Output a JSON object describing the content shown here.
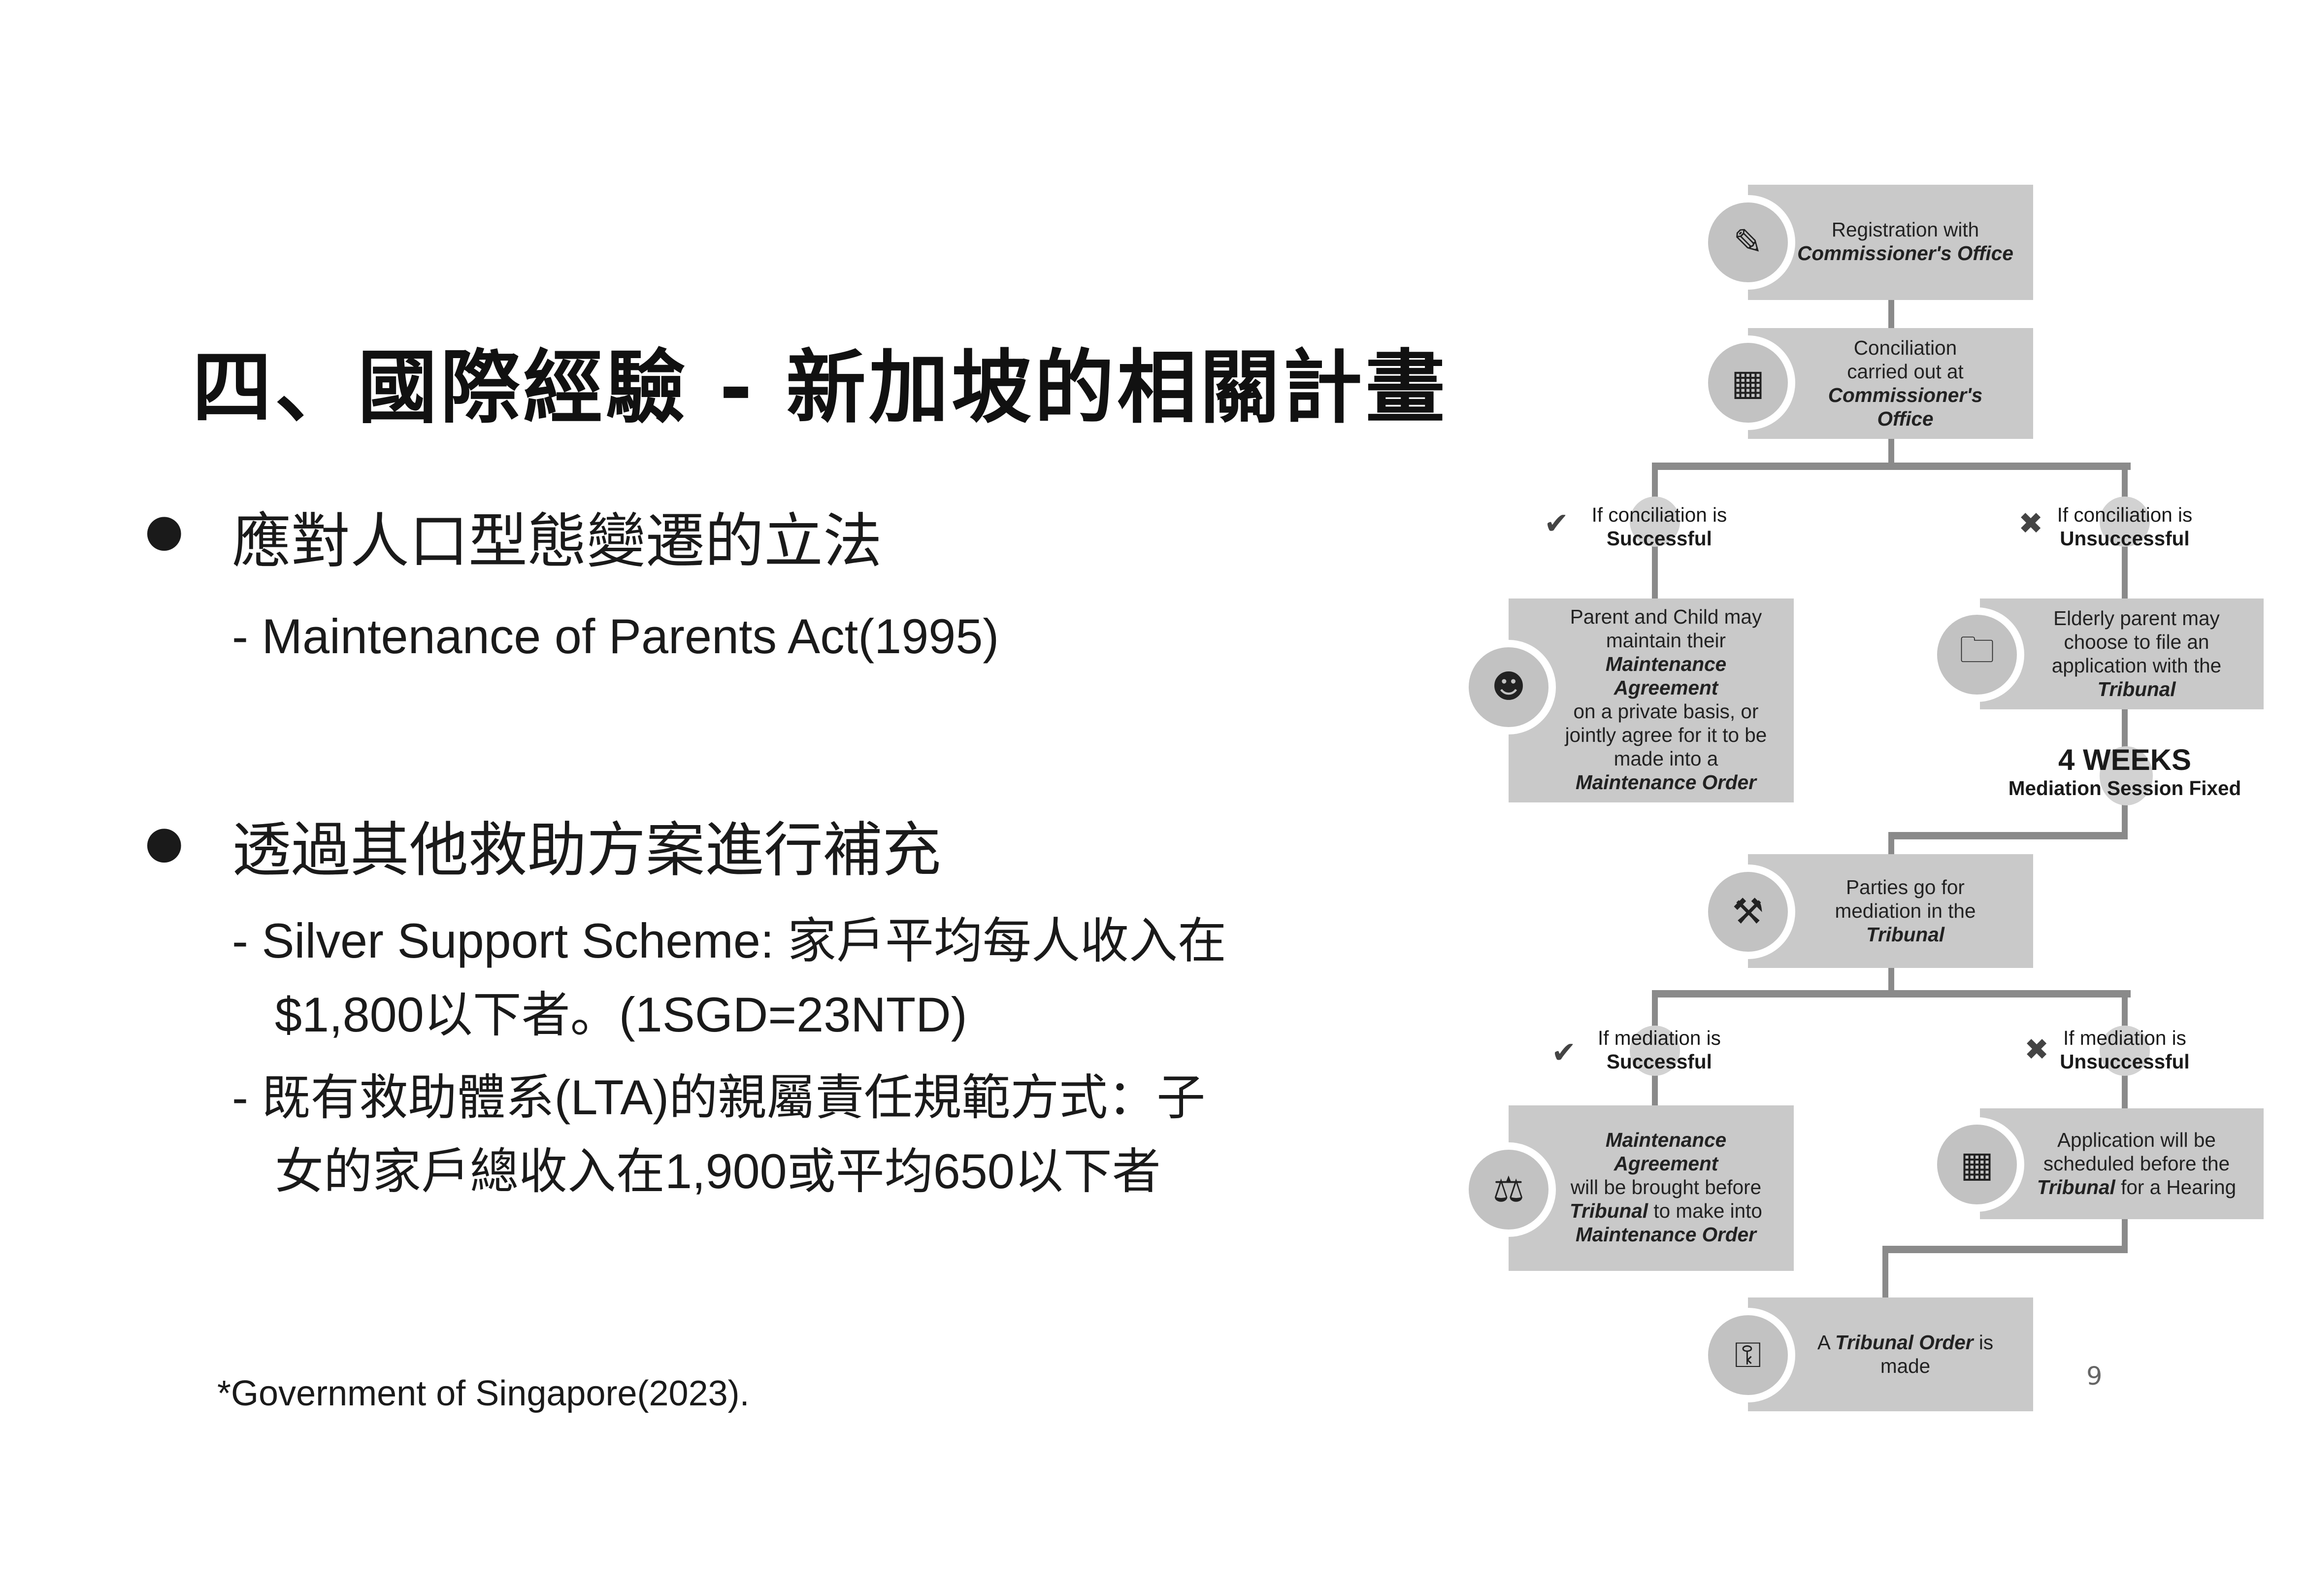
{
  "title": "四、國際經驗 - 新加坡的相關計畫",
  "bullets": [
    {
      "text": "應對人口型態變遷的立法",
      "subs": [
        "- Maintenance of Parents Act(1995)"
      ]
    },
    {
      "text": "透過其他救助方案進行補充",
      "subs": [
        "- Silver Support Scheme: 家戶平均每人收入在",
        "$1,800以下者。(1SGD=23NTD)",
        "- 既有救助體系(LTA)的親屬責任規範方式：子",
        "女的家戶總收入在1,900或平均650以下者"
      ]
    }
  ],
  "footnote": "*Government of Singapore(2023).",
  "page_number": "9",
  "flow": {
    "registration": {
      "line1": "Registration with",
      "line2": "Commissioner's Office",
      "icon": "edit-icon"
    },
    "conciliation": {
      "l1": "Conciliation",
      "l2": "carried out at",
      "l3": "Commissioner's",
      "l4": "Office",
      "icon": "building-icon"
    },
    "concil_success": {
      "l1": "If conciliation is",
      "l2": "Successful"
    },
    "concil_fail": {
      "l1": "If conciliation is",
      "l2": "Unsuccessful"
    },
    "agreement": {
      "a": "Parent and Child may maintain their",
      "b": "Maintenance Agreement",
      "c": "on a private basis, or jointly agree for it to be made into a",
      "d": "Maintenance Order",
      "icon": "people-icon"
    },
    "elderly": {
      "a": "Elderly parent may choose to file an application with the",
      "b": "Tribunal",
      "icon": "folder-icon"
    },
    "weeks": {
      "big": "4 WEEKS",
      "small": "Mediation Session Fixed"
    },
    "parties": {
      "a": "Parties go for mediation in the",
      "b": "Tribunal",
      "icon": "gavel-icon"
    },
    "med_success": {
      "l1": "If mediation is",
      "l2": "Successful"
    },
    "med_fail": {
      "l1": "If mediation is",
      "l2": "Unsuccessful"
    },
    "brought": {
      "a": "Maintenance Agreement",
      "b": "will be brought before",
      "c": "Tribunal",
      "d": "to make into",
      "e": "Maintenance Order",
      "icon": "scales-icon"
    },
    "scheduled": {
      "a": "Application will be scheduled before the",
      "b": "Tribunal",
      "c": "for a Hearing",
      "icon": "calendar-icon"
    },
    "order": {
      "a": "A",
      "b": "Tribunal Order",
      "c": "is made",
      "icon": "key-icon"
    }
  }
}
